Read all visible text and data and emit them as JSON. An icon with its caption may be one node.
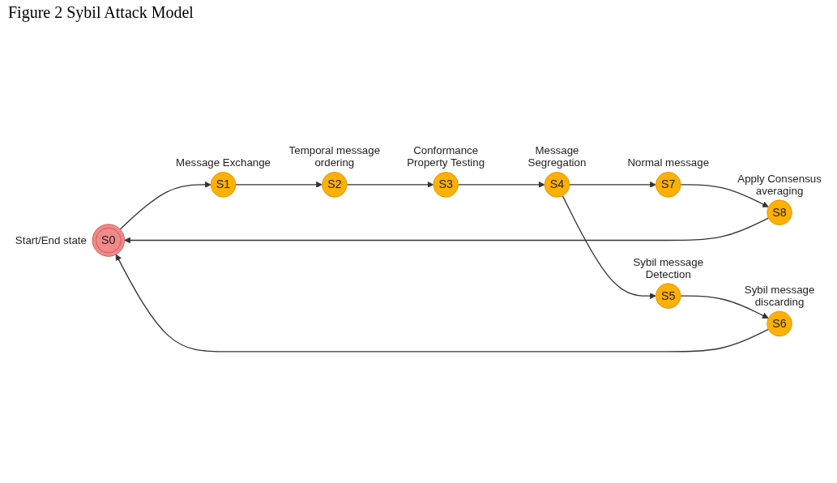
{
  "diagram": {
    "title": "Figure 2 Sybil Attack Model",
    "nodes": [
      {
        "text": [
          "S0"
        ],
        "beside": [
          "Start/End state"
        ]
      },
      {
        "text": [
          "S1"
        ],
        "beside": [
          "Message Exchange"
        ]
      },
      {
        "text": [
          "S2"
        ],
        "beside": [
          "Temporal message ordering"
        ]
      },
      {
        "text": [
          "S3"
        ],
        "beside": [
          "Conformance Property Testing"
        ]
      },
      {
        "text": [
          "S4"
        ],
        "beside": [
          "Message Segregation"
        ]
      },
      {
        "text": [
          "S5"
        ],
        "beside": [
          "Sybil message Detection"
        ]
      },
      {
        "text": [
          "S6"
        ],
        "beside": [
          "Sybil message discarding"
        ]
      },
      {
        "text": [
          "S7"
        ],
        "beside": [
          "Normal message"
        ]
      },
      {
        "text": [
          "S8"
        ],
        "beside": [
          "Apply Consensus averaging"
        ]
      }
    ],
    "edges": [
      {
        "from": 0,
        "to": 1,
        "arrow": "to"
      },
      {
        "from": 1,
        "to": 2,
        "arrow": "to"
      },
      {
        "from": 2,
        "to": 3,
        "arrow": "to"
      },
      {
        "from": 3,
        "to": 4,
        "arrow": "to"
      },
      {
        "from": 4,
        "to": 7,
        "arrow": "to"
      },
      {
        "from": 4,
        "to": 5,
        "arrow": "to"
      },
      {
        "from": 7,
        "to": 8,
        "arrow": "to"
      },
      {
        "from": 8,
        "to": 0,
        "arrow": "to"
      },
      {
        "from": 5,
        "to": 6,
        "arrow": "to"
      },
      {
        "from": 6,
        "to": 0,
        "arrow": "to"
      }
    ]
  }
}
